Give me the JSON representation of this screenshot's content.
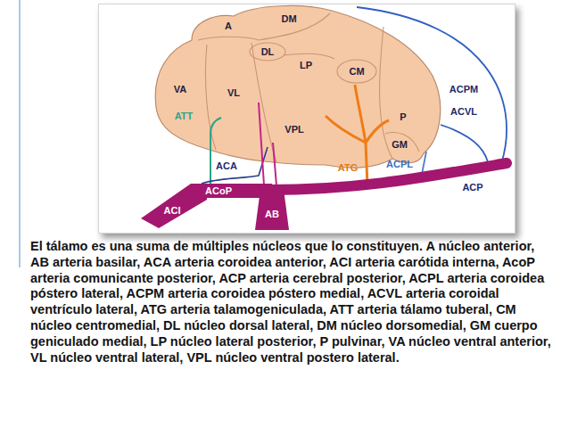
{
  "diagram": {
    "caption": "El tálamo es una suma de múltiples núcleos que lo constituyen. A núcleo anterior, AB arteria basilar, ACA arteria coroidea anterior, ACI arteria carótida interna, AcoP arteria comunicante posterior, ACP arteria cerebral posterior, ACPL arteria coroidea póstero lateral, ACPM arteria coroidea póstero medial, ACVL arteria coroidal ventrículo lateral, ATG arteria talamogeniculada, ATT arteria tálamo tuberal, CM núcleo centromedial, DL núcleo dorsal lateral, DM núcleo dorsomedial, GM cuerpo geniculado medial, LP núcleo lateral posterior, P pulvinar, VA núcleo ventral anterior, VL núcleo ventral lateral, VPL núcleo ventral postero lateral.",
    "labels": [
      "A",
      "DM",
      "DL",
      "LP",
      "CM",
      "VA",
      "VL",
      "VPL",
      "P",
      "GM",
      "ATT",
      "ACA",
      "ACoP",
      "ACI",
      "AB",
      "ATG",
      "ACPL",
      "ACP",
      "ACVL",
      "ACPM"
    ]
  }
}
